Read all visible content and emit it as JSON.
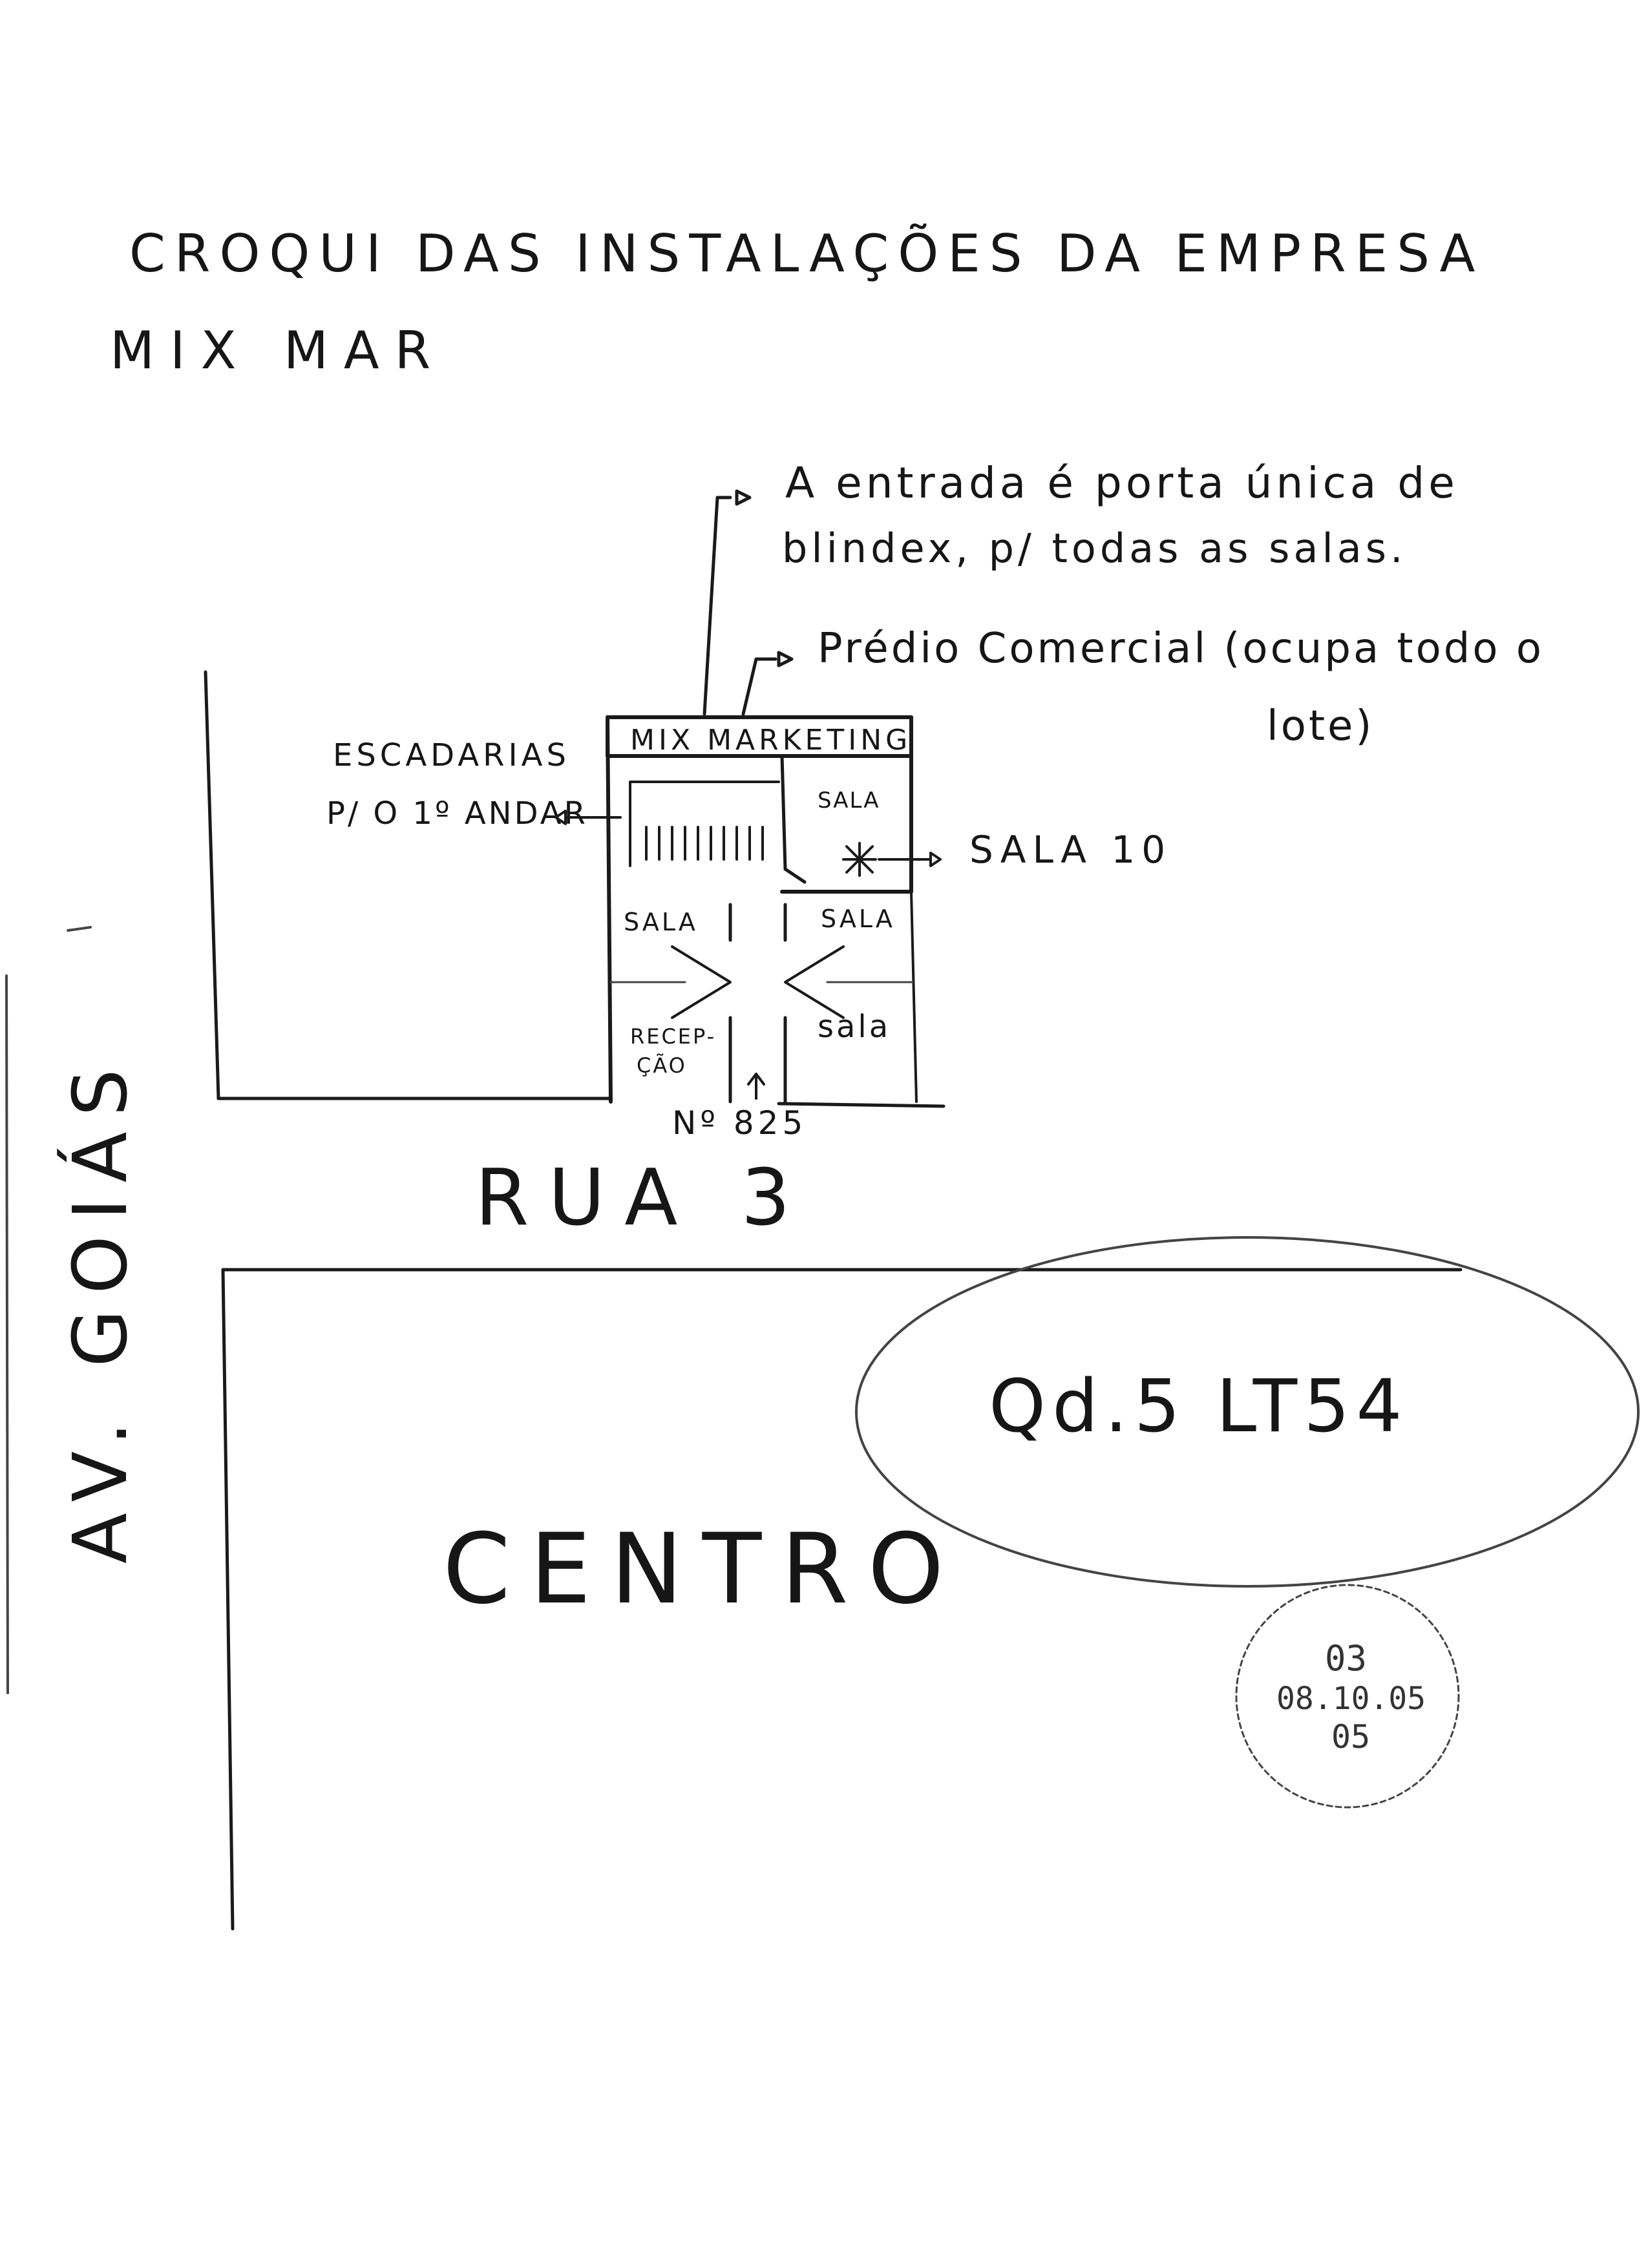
{
  "title": {
    "line1": "CROQUI DAS INSTALAÇÕES DA EMPRESA",
    "line2": "MIX MAR"
  },
  "notes": {
    "entrance_line1": "A entrada é porta única de",
    "entrance_line2": "blindex, p/ todas as salas.",
    "building_line1": "Prédio Comercial (ocupa todo o",
    "building_line2": "lote)",
    "stairs_line1": "ESCADARIAS",
    "stairs_line2": "P/ O 1º ANDAR",
    "sala10": "SALA 10"
  },
  "floorplan": {
    "top_room": "MIX MARKETING",
    "sala_top_right": "SALA",
    "sala_mid_left": "SALA",
    "sala_mid_right": "SALA",
    "sala_bottom_right": "sala",
    "recepcao_line1": "RECEP-",
    "recepcao_line2": "ÇÃO",
    "number": "Nº 825"
  },
  "streets": {
    "rua": "RUA 3",
    "avenida": "AV. GOIÁS"
  },
  "block": {
    "quadra_lote": "Qd.5 LT54",
    "bairro": "CENTRO"
  },
  "stamp": {
    "line1": "03",
    "line2": "08.10.05",
    "line3": "05"
  },
  "colors": {
    "ink": "#1a1a1a",
    "paper": "#ffffff"
  }
}
